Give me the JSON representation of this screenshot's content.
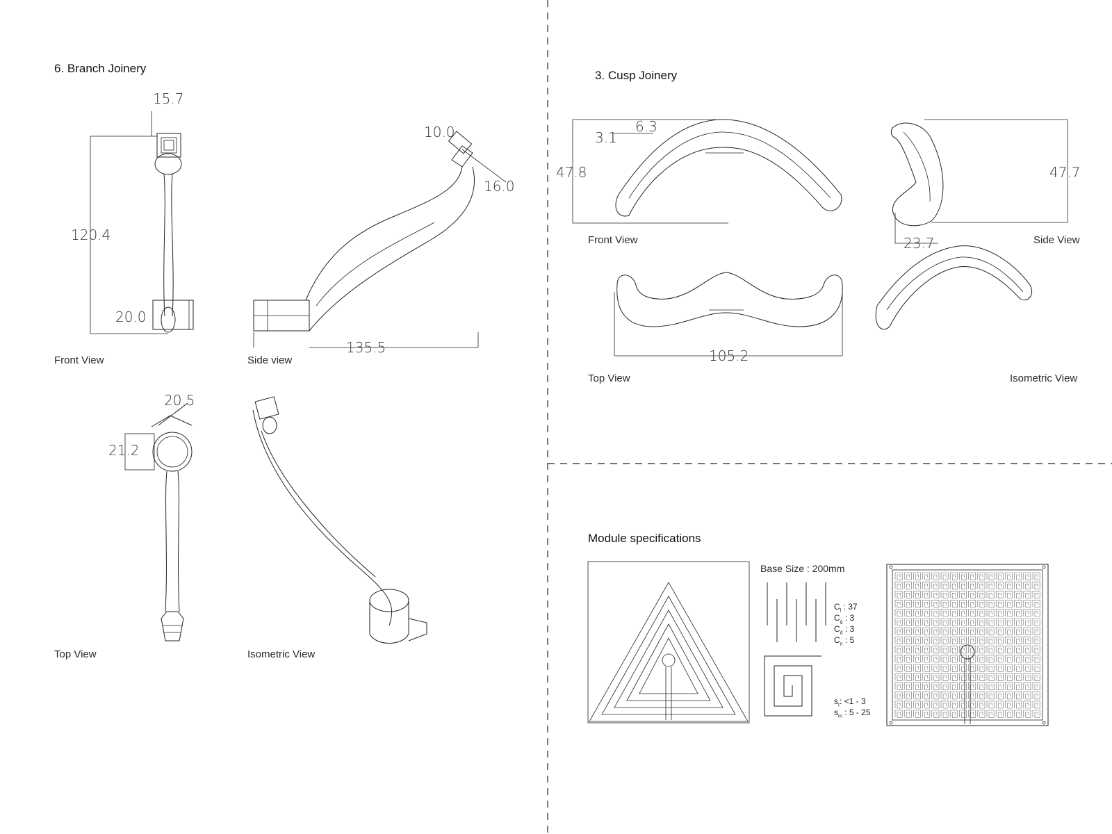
{
  "branch": {
    "title": "6. Branch Joinery",
    "views": {
      "front": "Front View",
      "side": "Side view",
      "top": "Top View",
      "iso": "Isometric View"
    },
    "dims": {
      "front_width": "15.7",
      "front_height": "120.4",
      "front_base": "20.0",
      "side_top": "10.0",
      "side_offset": "16.0",
      "side_length": "135.5",
      "top_angle": "20.5",
      "top_ring": "21.2"
    }
  },
  "cusp": {
    "title": "3. Cusp Joinery",
    "views": {
      "front": "Front View",
      "side": "Side View",
      "top": "Top View",
      "iso": "Isometric View"
    },
    "dims": {
      "front_a": "6.3",
      "front_b": "3.1",
      "front_height": "47.8",
      "side_height": "47.7",
      "side_width": "23.7",
      "top_length": "105.2"
    }
  },
  "module": {
    "title": "Module specifications",
    "base_size": "Base Size : 200mm",
    "params": [
      {
        "sym": "C",
        "sub": "l",
        "val": " : 37"
      },
      {
        "sym": "C",
        "sub": "g",
        "val": " : 3"
      },
      {
        "sym": "C",
        "sub": "d",
        "val": " : 3"
      },
      {
        "sym": "C",
        "sub": "n",
        "val": " : 5"
      }
    ],
    "spacing": [
      {
        "sym": "s",
        "sub": "t",
        "val": ":  <1 - 3"
      },
      {
        "sym": "s",
        "sub": "m",
        "val": " : 5 - 25"
      }
    ]
  }
}
